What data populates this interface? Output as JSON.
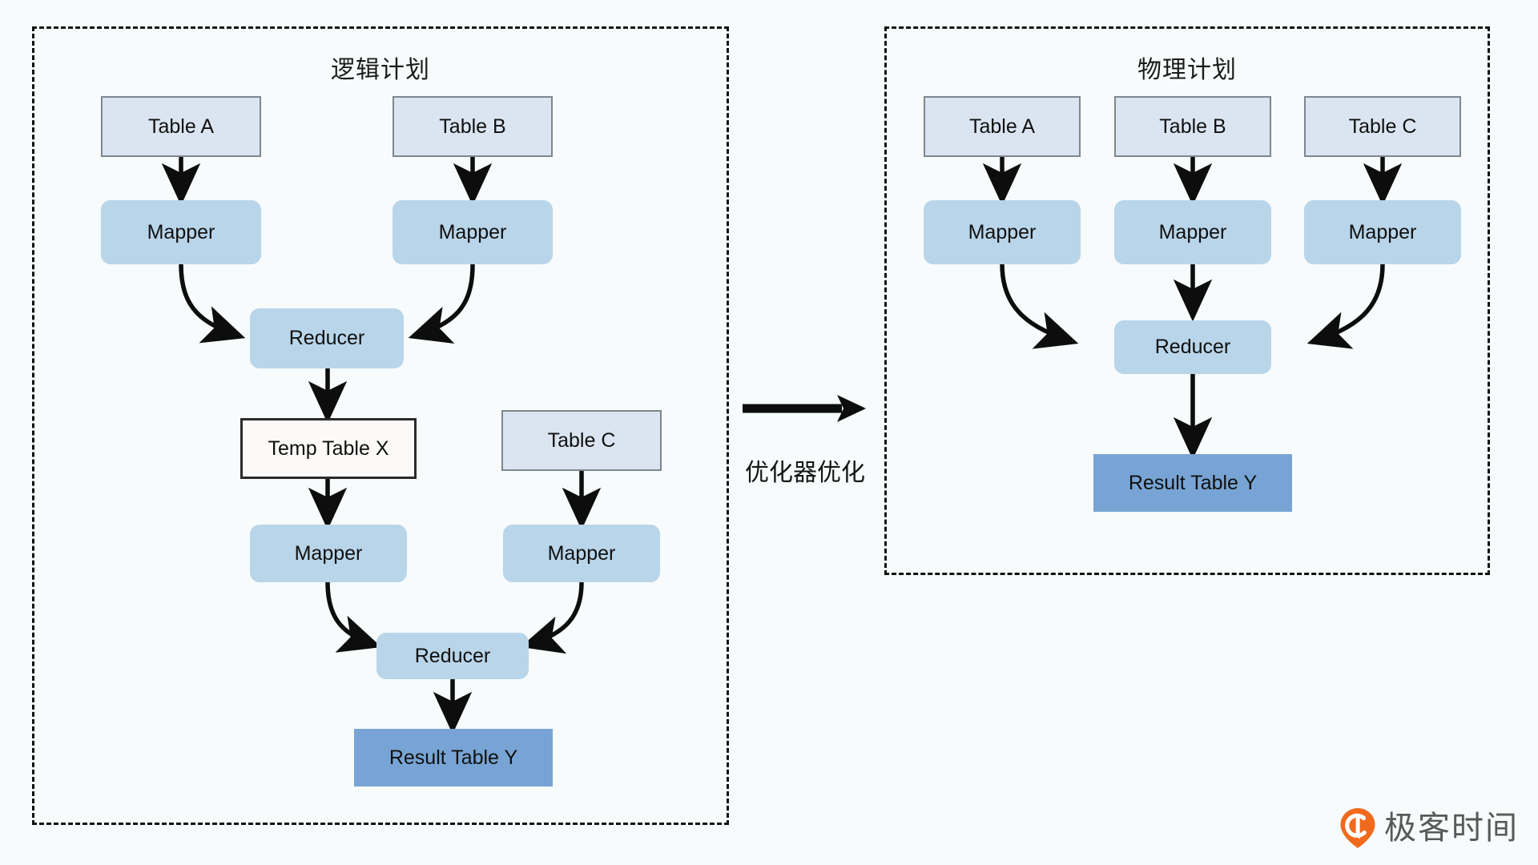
{
  "panels": {
    "logical": {
      "title": "逻辑计划",
      "nodes": {
        "table_a": "Table A",
        "table_b": "Table B",
        "mapper_a": "Mapper",
        "mapper_b": "Mapper",
        "reducer_1": "Reducer",
        "temp_table_x": "Temp Table X",
        "table_c": "Table C",
        "mapper_temp": "Mapper",
        "mapper_c": "Mapper",
        "reducer_2": "Reducer",
        "result_table_y": "Result Table Y"
      }
    },
    "physical": {
      "title": "物理计划",
      "nodes": {
        "table_a": "Table A",
        "table_b": "Table B",
        "table_c": "Table C",
        "mapper_a": "Mapper",
        "mapper_b": "Mapper",
        "mapper_c": "Mapper",
        "reducer": "Reducer",
        "result_table_y": "Result Table Y"
      }
    }
  },
  "transform": {
    "label": "优化器优化",
    "icon": "right-arrow-icon"
  },
  "watermark": {
    "text": "极客时间",
    "icon": "geektime-pin-icon"
  },
  "colors": {
    "background": "#f7fbfb",
    "table_fill": "#dbe5f1",
    "table_border": "#7e878f",
    "mapper_fill": "#b9d5ea",
    "reducer_fill": "#b9d5ea",
    "temp_fill": "#fbfaf8",
    "temp_border": "#2b2b2b",
    "result_fill": "#77a4d4",
    "panel_border": "#111111",
    "arrow": "#0d0d0d",
    "watermark_orange": "#f06a1e",
    "watermark_gray": "#595959"
  }
}
